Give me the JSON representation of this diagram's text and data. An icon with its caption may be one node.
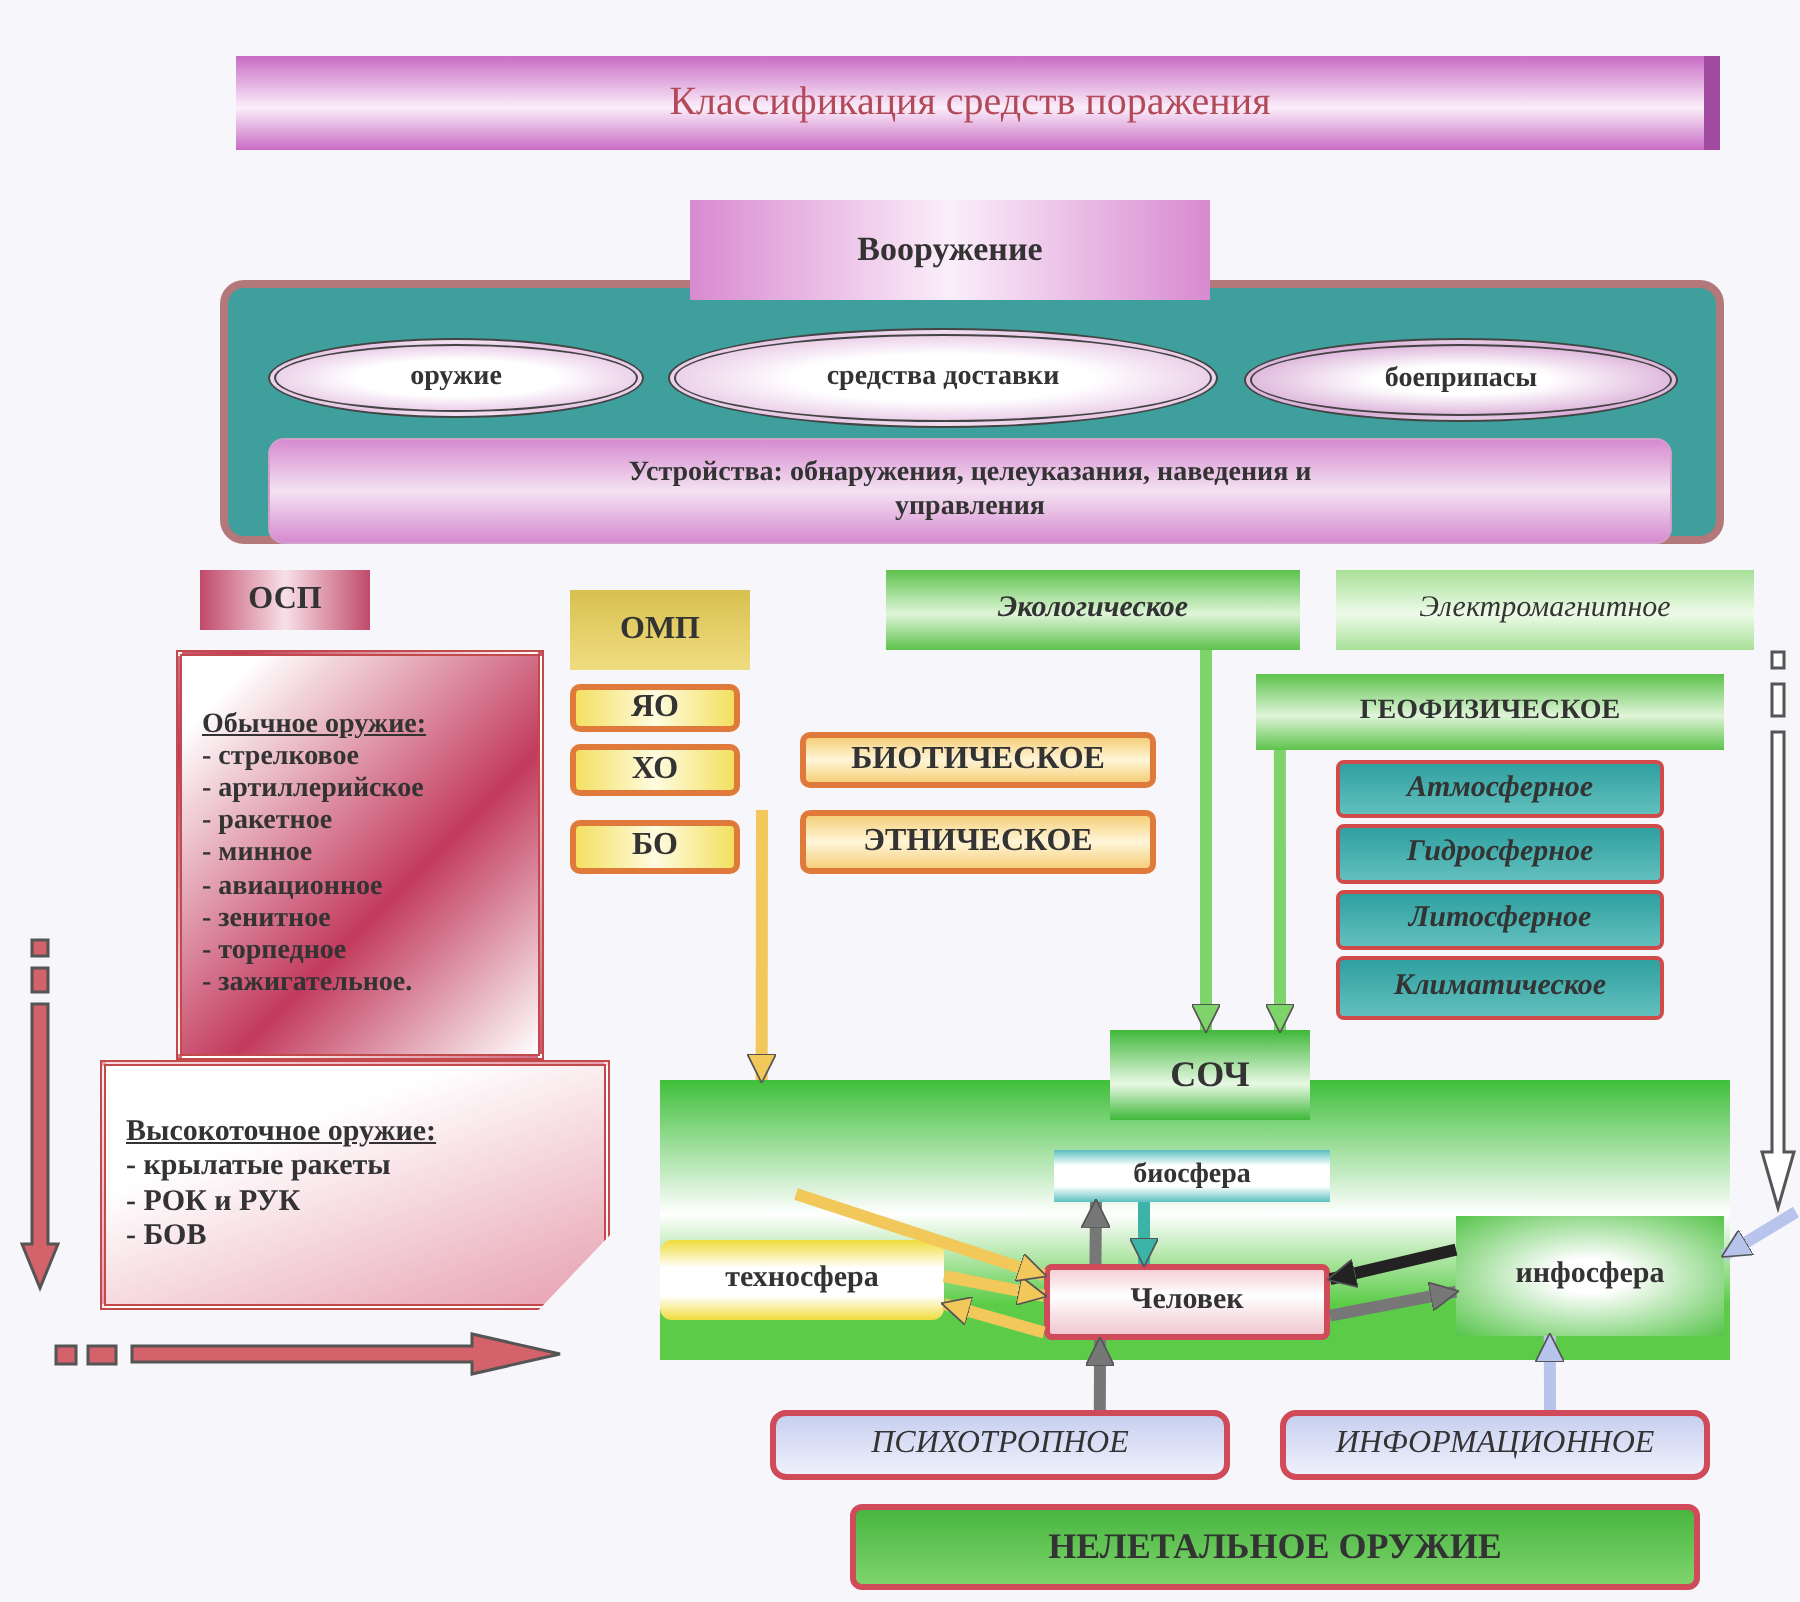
{
  "diagram": {
    "title": "Классификация средств поражения",
    "nodes": [
      {
        "text": [
          "Вооружение"
        ]
      },
      {
        "text": [],
        "shape": "box"
      },
      {
        "text": [
          "оружие"
        ],
        "in": 1
      },
      {
        "text": [
          "средства доставки"
        ],
        "in": 1
      },
      {
        "text": [
          "боеприпасы"
        ],
        "in": 1
      },
      {
        "text": [
          "Устройства: обнаружения, целеуказания, наведения и управления"
        ],
        "in": 1
      },
      {
        "text": [
          "ОСП"
        ]
      },
      {
        "text": [
          "Обычное оружие:",
          "- стрелковое",
          "- артиллерийское",
          "- ракетное",
          "- минное",
          "- авиационное",
          "- зенитное",
          "- торпедное",
          "- зажигательное."
        ]
      },
      {
        "text": [
          "Высокоточное оружие:",
          "- крылатые ракеты",
          "- РОК и РУК",
          "- БОВ"
        ]
      },
      {
        "text": [
          "ОМП"
        ]
      },
      {
        "text": [
          "ЯО"
        ]
      },
      {
        "text": [
          "ХО"
        ]
      },
      {
        "text": [
          "БО"
        ]
      },
      {
        "text": [
          "БИОТИЧЕСКОЕ"
        ]
      },
      {
        "text": [
          "ЭТНИЧЕСКОЕ"
        ]
      },
      {
        "text": [
          "Экологическое"
        ]
      },
      {
        "text": [
          "Электромагнитное"
        ]
      },
      {
        "text": [
          "ГЕОФИЗИЧЕСКОЕ"
        ]
      },
      {
        "text": [
          "Атмосферное"
        ]
      },
      {
        "text": [
          "Гидросферное"
        ]
      },
      {
        "text": [
          "Литосферное"
        ]
      },
      {
        "text": [
          "Климатическое"
        ]
      },
      {
        "text": [
          "СОЧ"
        ]
      },
      {
        "text": [],
        "shape": "box"
      },
      {
        "text": [
          "биосфера"
        ],
        "in": 23
      },
      {
        "text": [
          "техносфера"
        ],
        "in": 23
      },
      {
        "text": [
          "Человек"
        ],
        "in": 23
      },
      {
        "text": [
          "инфосфера"
        ],
        "in": 23
      },
      {
        "text": [
          "ПСИХОТРОПНОЕ"
        ]
      },
      {
        "text": [
          "ИНФОРМАЦИОННОЕ"
        ]
      },
      {
        "text": [
          "НЕЛЕТАЛЬНОЕ ОРУЖИЕ"
        ]
      }
    ],
    "edges": [
      {
        "from": null,
        "to": 23,
        "arrow": "to",
        "color": "#f2c85a"
      },
      {
        "from": 15,
        "to": 22,
        "arrow": "to",
        "color": "#7ed36a"
      },
      {
        "from": 17,
        "to": 22,
        "arrow": "to",
        "color": "#7ed36a"
      },
      {
        "from": 25,
        "to": 26,
        "arrow": "to",
        "color": "#f2c85a"
      },
      {
        "from": 26,
        "to": 25,
        "arrow": "to",
        "color": "#f2c85a"
      },
      {
        "from": 26,
        "to": 24,
        "arrow": "to",
        "color": "#777777"
      },
      {
        "from": 24,
        "to": 26,
        "arrow": "to",
        "color": "#3bb3a6"
      },
      {
        "from": 27,
        "to": 26,
        "arrow": "to",
        "color": "#222222"
      },
      {
        "from": 26,
        "to": 27,
        "arrow": "to",
        "color": "#777777"
      },
      {
        "from": 28,
        "to": 26,
        "arrow": "to",
        "color": "#777777"
      },
      {
        "from": 29,
        "to": 27,
        "arrow": "to",
        "color": "#b8c4ec"
      },
      {
        "from": null,
        "to": 26,
        "arrow": "to",
        "color": "#f2c85a"
      },
      {
        "from": null,
        "to": 27,
        "arrow": "to",
        "color": "#b8c4ec"
      }
    ]
  }
}
